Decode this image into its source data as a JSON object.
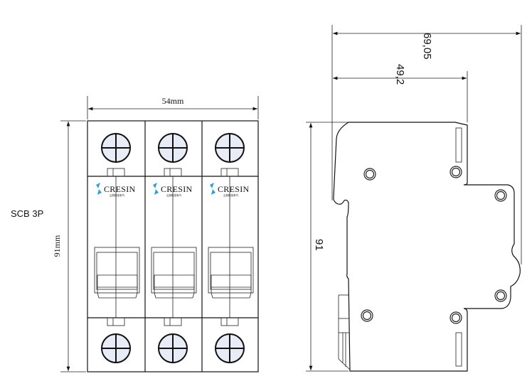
{
  "label": "SCB 3P",
  "front_view": {
    "width_dim": "54mm",
    "height_dim": "91mm",
    "brand": "CRESIN",
    "brand_sub": "云辰科技电气",
    "brand_color": "#2a9fd8",
    "poles": 3
  },
  "side_view": {
    "depth_overall_dim": "69,05",
    "depth_body_dim": "49,2",
    "height_dim": "91"
  }
}
